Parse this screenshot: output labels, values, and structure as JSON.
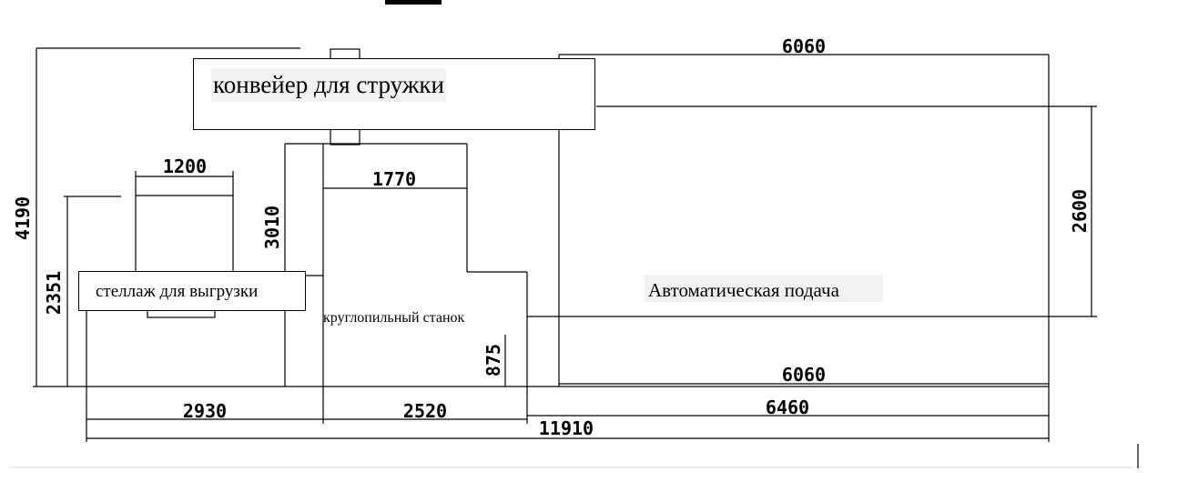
{
  "dimensions": {
    "top_header": "6060",
    "cabinet_width": "1200",
    "saw_top_width": "1770",
    "overall_height": "4190",
    "rack_height": "2351",
    "saw_height": "3010",
    "feed_height": "2600",
    "table_height": "875",
    "feed_inner_width": "6060",
    "feed_outer_width": "6460",
    "left_base": "2930",
    "saw_base": "2520",
    "total_length": "11910"
  },
  "labels": {
    "chip_conveyor": "конвейер для стружки",
    "unload_rack": "стеллаж для выгрузки",
    "circular_saw": "круглопильный станок",
    "auto_feed": "Автоматическая подача"
  }
}
